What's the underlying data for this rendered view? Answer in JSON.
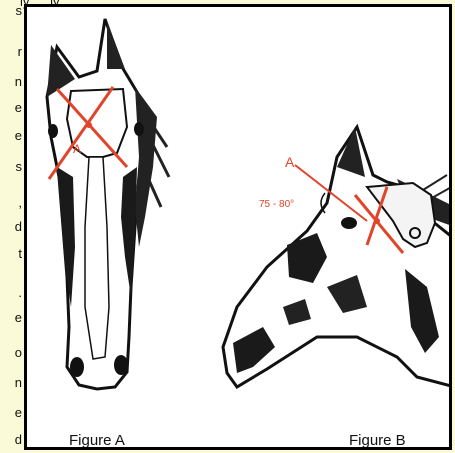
{
  "top_text": "ly, ... ly ... ... ...",
  "left_column_fragments": [
    "s",
    "r",
    "n",
    "e",
    "e",
    "s",
    ",",
    "d",
    "t",
    ".",
    "e",
    "o",
    "n",
    "e",
    "d"
  ],
  "figures": [
    {
      "caption": "Figure A",
      "marker_label": "A"
    },
    {
      "caption": "Figure B",
      "marker_label": "A",
      "angle_label": "75 - 80°"
    }
  ],
  "colors": {
    "accent": "#e0442a",
    "ink": "#111111",
    "page": "#fafad8",
    "frame_bg": "#ffffff"
  }
}
